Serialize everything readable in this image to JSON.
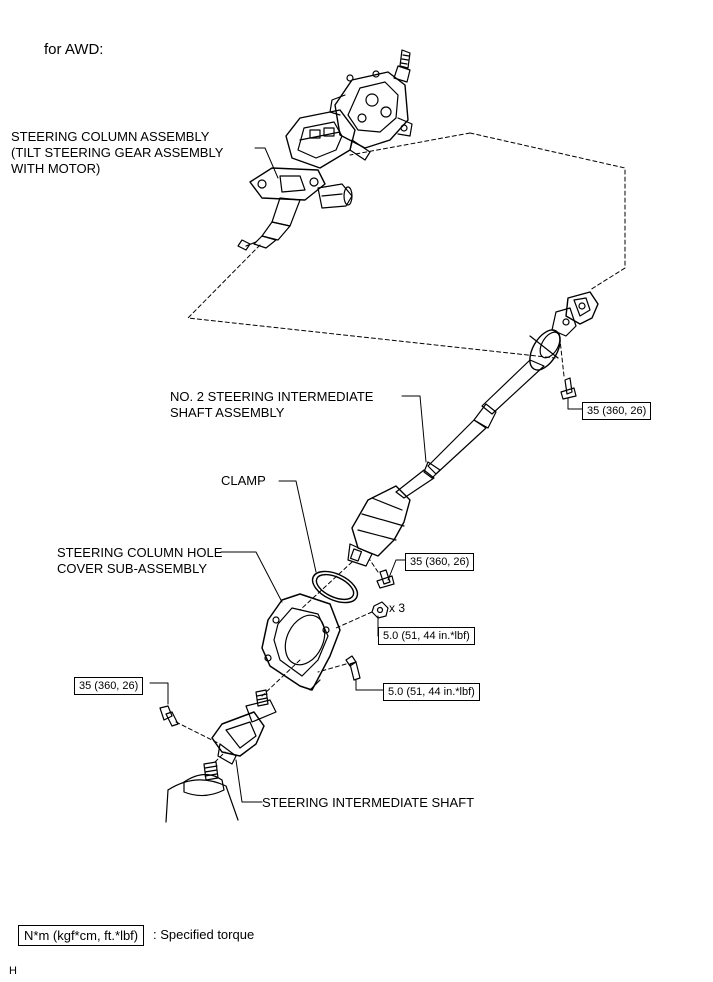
{
  "title": "for AWD:",
  "labels": {
    "steering_column_line1": "STEERING COLUMN ASSEMBLY",
    "steering_column_line2": "(TILT STEERING GEAR ASSEMBLY",
    "steering_column_line3": "WITH MOTOR)",
    "no2_shaft_line1": "NO. 2 STEERING INTERMEDIATE",
    "no2_shaft_line2": "SHAFT ASSEMBLY",
    "clamp": "CLAMP",
    "hole_cover_line1": "STEERING COLUMN HOLE",
    "hole_cover_line2": "COVER SUB-ASSEMBLY",
    "intermediate_shaft": "STEERING INTERMEDIATE SHAFT",
    "quantity": "x 3"
  },
  "torques": {
    "upper_joint_bolt": "35 (360, 26)",
    "lower_joint_bolt": "35 (360, 26)",
    "nut": "5.0 (51, 44 in.*lbf)",
    "cover_bolt": "5.0 (51, 44 in.*lbf)",
    "intermediate_shaft_bolt": "35 (360, 26)"
  },
  "legend": {
    "unit": "N*m (kgf*cm, ft.*lbf)",
    "description": ": Specified torque"
  },
  "footer_code": "H"
}
